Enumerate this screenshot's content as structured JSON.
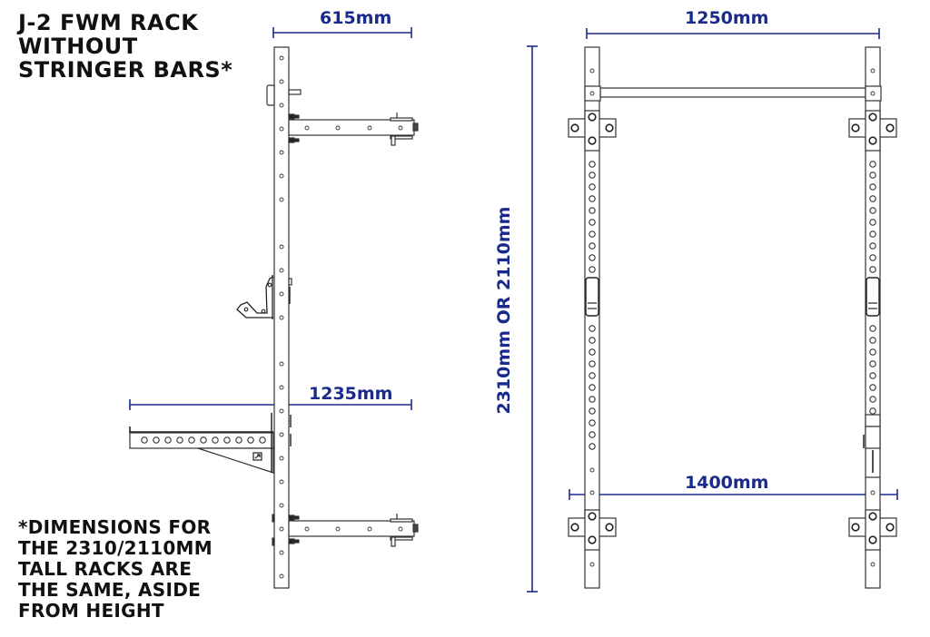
{
  "title": {
    "lines": [
      "J-2 FWM RACK",
      "WITHOUT",
      "STRINGER BARS*"
    ]
  },
  "footnote": {
    "lines": [
      "*DIMENSIONS FOR",
      "THE 2310/2110MM",
      "TALL RACKS ARE",
      "THE SAME, ASIDE",
      "FROM HEIGHT"
    ]
  },
  "dimensions": {
    "side_depth": "615mm",
    "side_spotter_depth": "1235mm",
    "front_height": "2310mm OR 2110mm",
    "front_top_width": "1250mm",
    "front_bottom_width": "1400mm"
  },
  "views": {
    "side_view": "side-elevation",
    "front_view": "front-elevation"
  },
  "colors": {
    "dimension": "#1a2a8a",
    "line_art": "#333333",
    "text": "#111111",
    "background": "#ffffff"
  }
}
